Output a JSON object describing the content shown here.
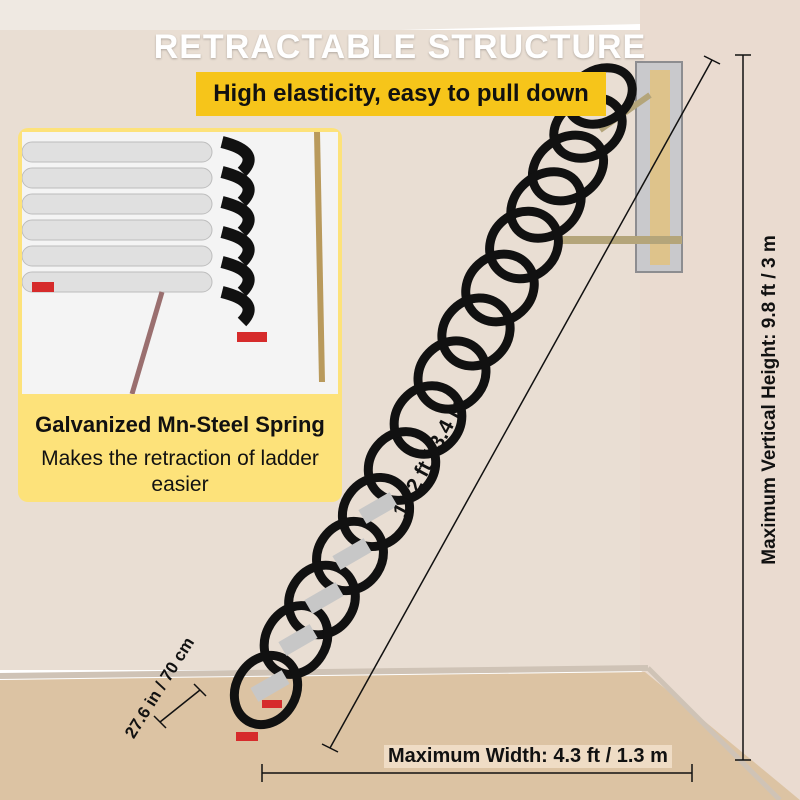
{
  "header": {
    "title": "RETRACTABLE STRUCTURE",
    "subtitle": "High elasticity, easy to pull down"
  },
  "callout": {
    "title": "Galvanized Mn-Steel Spring",
    "description": "Makes the retraction of ladder easier"
  },
  "dimensions": {
    "extended_length": "11.2 ft / 3.4 m",
    "max_vertical_height": "Maximum Vertical Height: 9.8 ft / 3 m",
    "max_width": "Maximum Width:  4.3 ft / 1.3 m",
    "step_depth": "27.6 in / 70 cm"
  },
  "colors": {
    "accent_yellow": "#f6c51a",
    "callout_bg": "#fde27a",
    "wall": "#e8ddd2",
    "floor": "#d9bf9f",
    "ladder": "#111111",
    "step_pad": "#d62b2b"
  }
}
